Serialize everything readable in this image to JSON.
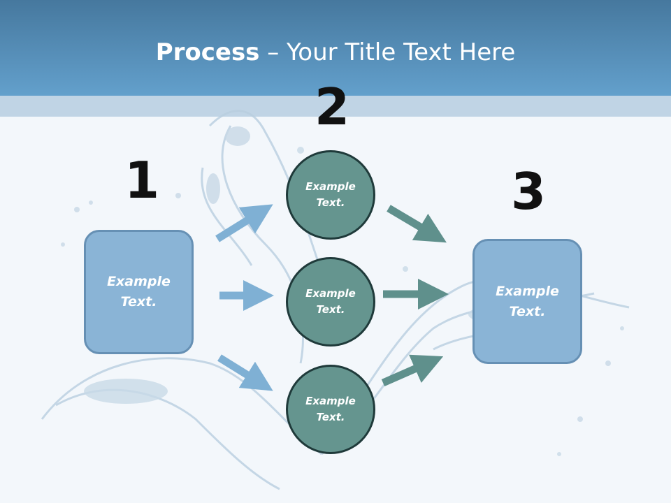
{
  "slide": {
    "title_bold": "Process",
    "title_rest": " – Your Title Text Here"
  },
  "steps": [
    {
      "number": "1",
      "label": "Example Text."
    },
    {
      "number": "2",
      "items": [
        "Example Text.",
        "Example Text.",
        "Example Text."
      ]
    },
    {
      "number": "3",
      "label": "Example Text."
    }
  ],
  "colors": {
    "header": "#5a93c0",
    "band": "#c0d4e5",
    "box_fill": "#8ab4d6",
    "circle_fill": "#65958f",
    "arrow_blue": "#7fb0d4",
    "arrow_teal": "#5f908c"
  }
}
